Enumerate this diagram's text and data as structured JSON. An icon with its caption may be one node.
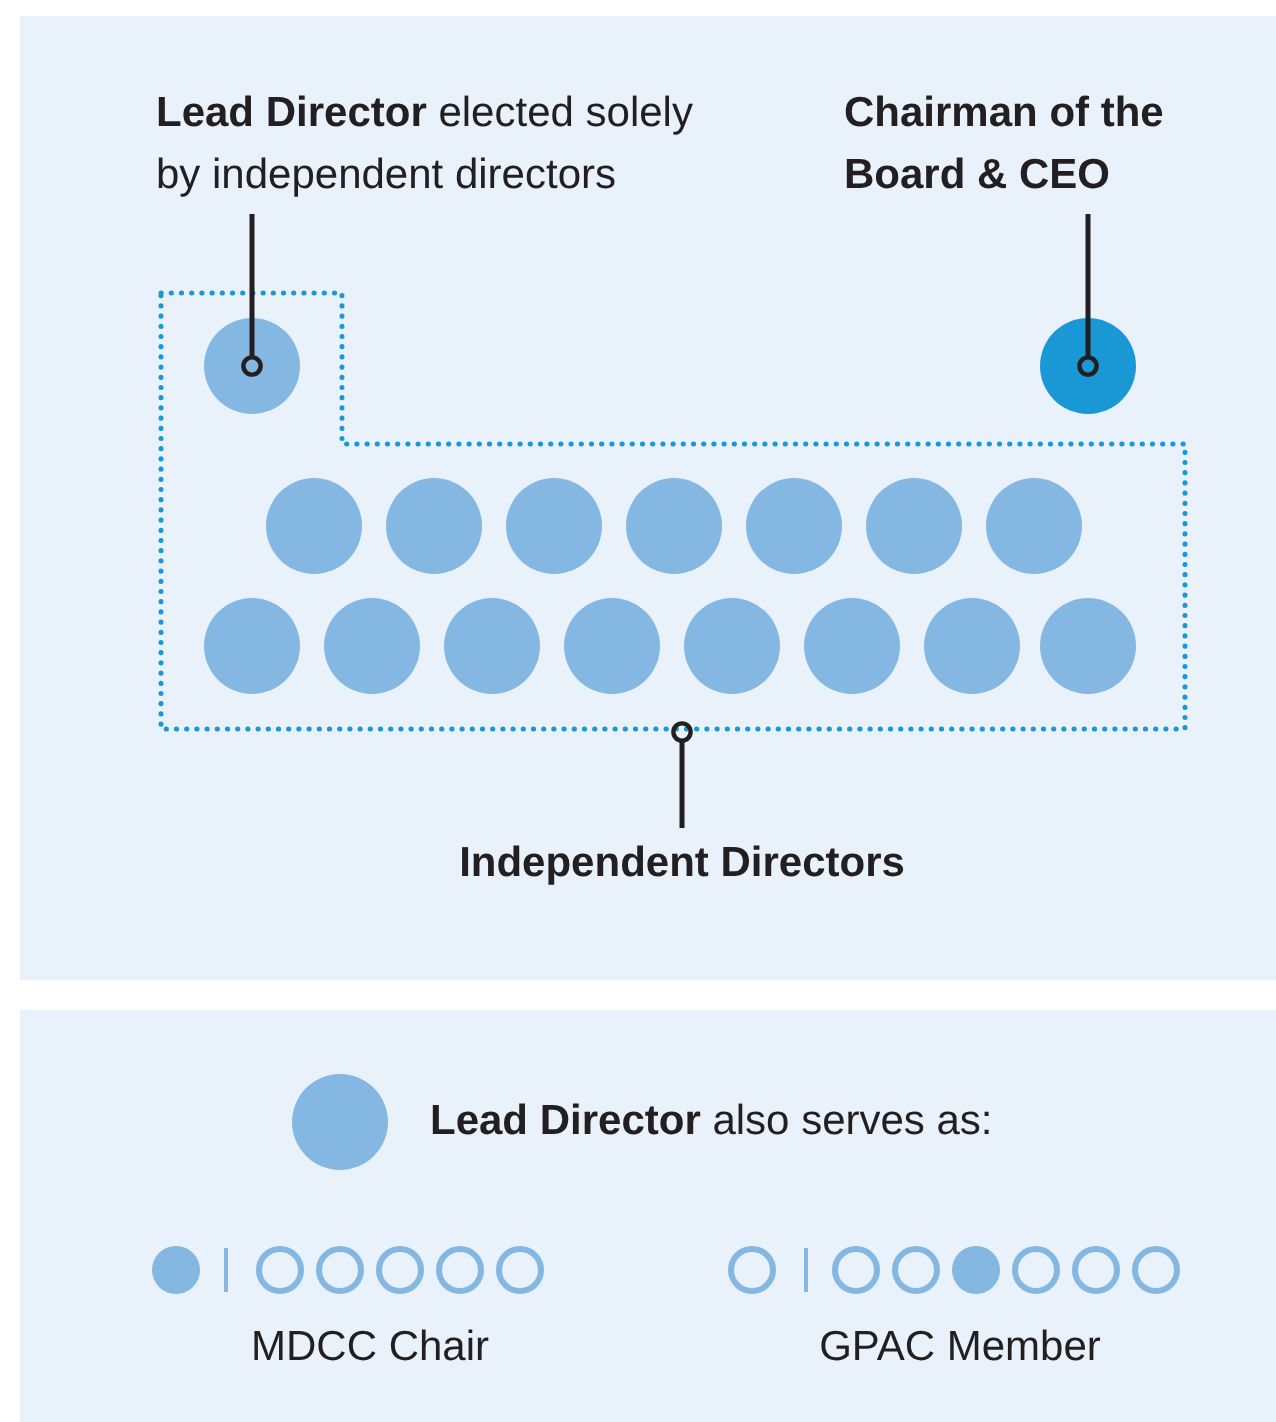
{
  "diagram": {
    "nodes": [
      {
        "text": [
          "**Lead Director** elected solely by independent directors"
        ]
      },
      {
        "text": [
          "Chairman of the Board & CEO"
        ]
      },
      {
        "text": [],
        "shape": "box"
      },
      {
        "text": [],
        "shape": "circle",
        "in": 2
      },
      {
        "text": [],
        "shape": "circle"
      },
      {
        "text": [],
        "shape": "circle",
        "in": 2
      },
      {
        "text": [],
        "shape": "circle",
        "in": 2
      },
      {
        "text": [],
        "shape": "circle",
        "in": 2
      },
      {
        "text": [],
        "shape": "circle",
        "in": 2
      },
      {
        "text": [],
        "shape": "circle",
        "in": 2
      },
      {
        "text": [],
        "shape": "circle",
        "in": 2
      },
      {
        "text": [],
        "shape": "circle",
        "in": 2
      },
      {
        "text": [],
        "shape": "circle",
        "in": 2
      },
      {
        "text": [],
        "shape": "circle",
        "in": 2
      },
      {
        "text": [],
        "shape": "circle",
        "in": 2
      },
      {
        "text": [],
        "shape": "circle",
        "in": 2
      },
      {
        "text": [],
        "shape": "circle",
        "in": 2
      },
      {
        "text": [],
        "shape": "circle",
        "in": 2
      },
      {
        "text": [],
        "shape": "circle",
        "in": 2
      },
      {
        "text": [],
        "shape": "circle",
        "in": 2
      },
      {
        "text": [
          "Independent Directors"
        ]
      },
      {
        "text": [],
        "shape": "circle",
        "beside": [
          "**Lead Director** also serves as:"
        ]
      }
    ],
    "edges": [
      {
        "from": 0,
        "to": 3,
        "arrow": "other"
      },
      {
        "from": 1,
        "to": 4,
        "arrow": "other"
      },
      {
        "from": 20,
        "to": 2,
        "arrow": "other"
      }
    ],
    "labels": [
      "MDCC Chair",
      "GPAC Member"
    ]
  }
}
